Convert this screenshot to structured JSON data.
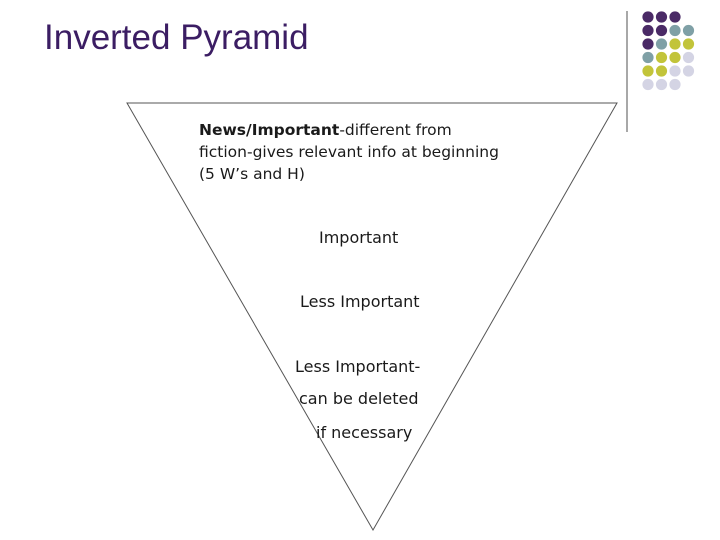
{
  "slide": {
    "title": "Inverted Pyramid"
  },
  "pyramid": {
    "top_bold": "News/Important",
    "top_line1_rest": "-different from",
    "top_line2": "fiction-gives relevant info at beginning",
    "top_line3": "(5 W’s and H)",
    "level2": "Important",
    "level3": "Less Important",
    "level4_line1": "Less Important-",
    "level4_line2": "can be deleted",
    "level4_line3": "if necessary"
  },
  "colors": {
    "title": "#3b1d63",
    "dot_purple": "#4a2a66",
    "dot_teal": "#7fa0a6",
    "dot_olive": "#c2c43a",
    "dot_lavender": "#d4d4e4",
    "divider": "#8a8a8a",
    "outline": "#555555"
  },
  "decoration": {
    "dot_grid": [
      [
        "purple",
        "purple",
        "purple",
        null
      ],
      [
        "purple",
        "purple",
        "teal",
        "teal"
      ],
      [
        "purple",
        "teal",
        "olive",
        "olive"
      ],
      [
        "teal",
        "olive",
        "olive",
        "lavender"
      ],
      [
        "olive",
        "olive",
        "lavender",
        "lavender"
      ],
      [
        "lavender",
        "lavender",
        "lavender",
        null
      ]
    ]
  }
}
